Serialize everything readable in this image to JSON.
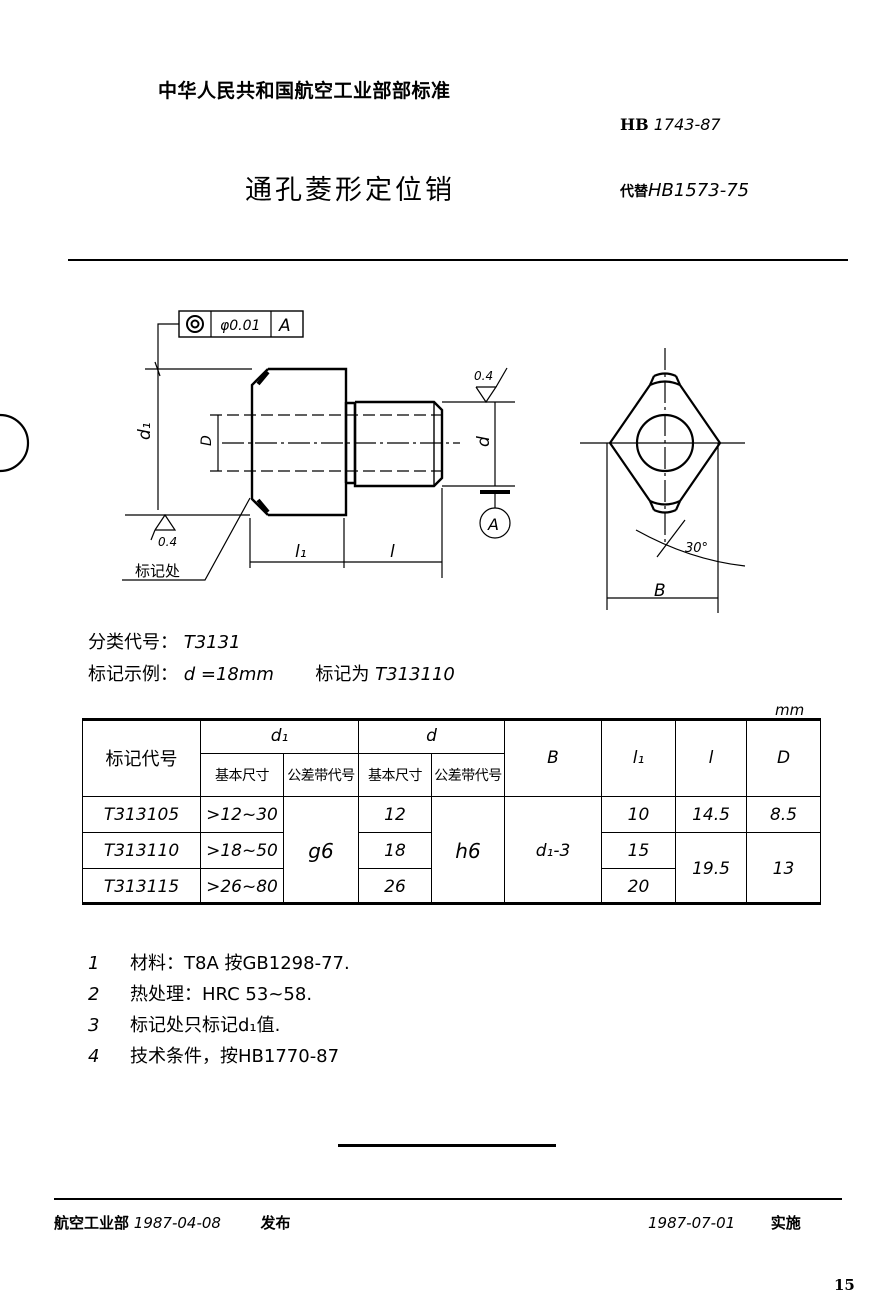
{
  "header": {
    "organization": "中华人民共和国航空工业部部标准",
    "standard_prefix": "HB",
    "standard_number": "1743-87",
    "title": "通孔菱形定位销",
    "replaces_label": "代替",
    "replaces_number": "HB1573-75"
  },
  "drawing": {
    "tolerance_frame": {
      "symbol": "concentricity",
      "value": "φ0.01",
      "datum": "A"
    },
    "labels": {
      "d1": "d₁",
      "D": "D",
      "d": "d",
      "roughness_right": "0.4",
      "roughness_left": "0.4",
      "datum": "A",
      "l1": "l₁",
      "l": "l",
      "marking_location": "标记处",
      "angle": "30°",
      "B": "B"
    }
  },
  "info": {
    "classification_label": "分类代号",
    "classification_value": "T3131",
    "example_label": "标记示例",
    "example_value": "d =18mm",
    "marked_as_label": "标记为",
    "marked_as_value": "T313110"
  },
  "table": {
    "unit": "mm",
    "headers": {
      "code": "标记代号",
      "d1": "d₁",
      "d": "d",
      "basic_size": "基本尺寸",
      "tolerance_zone": "公差带代号",
      "B": "B",
      "l1": "l₁",
      "l": "l",
      "D": "D"
    },
    "rows": [
      {
        "code": "T313105",
        "d1_basic": ">12~30",
        "d_basic": "12",
        "l1": "10",
        "l": "14.5",
        "D": "8.5"
      },
      {
        "code": "T313110",
        "d1_basic": ">18~50",
        "d_basic": "18",
        "l1": "15",
        "l": "19.5",
        "D": "13"
      },
      {
        "code": "T313115",
        "d1_basic": ">26~80",
        "d_basic": "26",
        "l1": "20"
      }
    ],
    "merged": {
      "d1_tolerance": "g6",
      "d_tolerance": "h6",
      "B": "d₁-3"
    }
  },
  "notes": [
    {
      "num": "1",
      "text": "材料：T8A  按GB1298-77."
    },
    {
      "num": "2",
      "text": "热处理：HRC 53~58."
    },
    {
      "num": "3",
      "text": "标记处只标记d₁值."
    },
    {
      "num": "4",
      "text": "技术条件，按HB1770-87"
    }
  ],
  "footer": {
    "issuer": "航空工业部",
    "issue_date": "1987-04-08",
    "issue_label": "发布",
    "effective_date": "1987-07-01",
    "effective_label": "实施",
    "page_number": "15"
  }
}
